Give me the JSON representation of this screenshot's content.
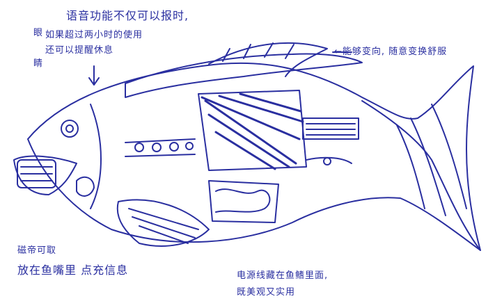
{
  "annotations": {
    "top_line1": "语音功能不仅可以报时,",
    "top_line2": "如果超过两小时的使用",
    "top_line3": "还可以提醒休息",
    "side_vertical": "眼",
    "side_vertical2": "睛",
    "right_note": "←能够变向, 随意变换舒服",
    "bottom_left_line1": "磁帝可取",
    "bottom_left_line2": "放在鱼嘴里 点充信息",
    "bottom_mid_line1": "电源线藏在鱼鳍里面,",
    "bottom_mid_line2": "既美观又实用"
  },
  "colors": {
    "ink": "#2a2fa0",
    "paper": "#ffffff"
  }
}
